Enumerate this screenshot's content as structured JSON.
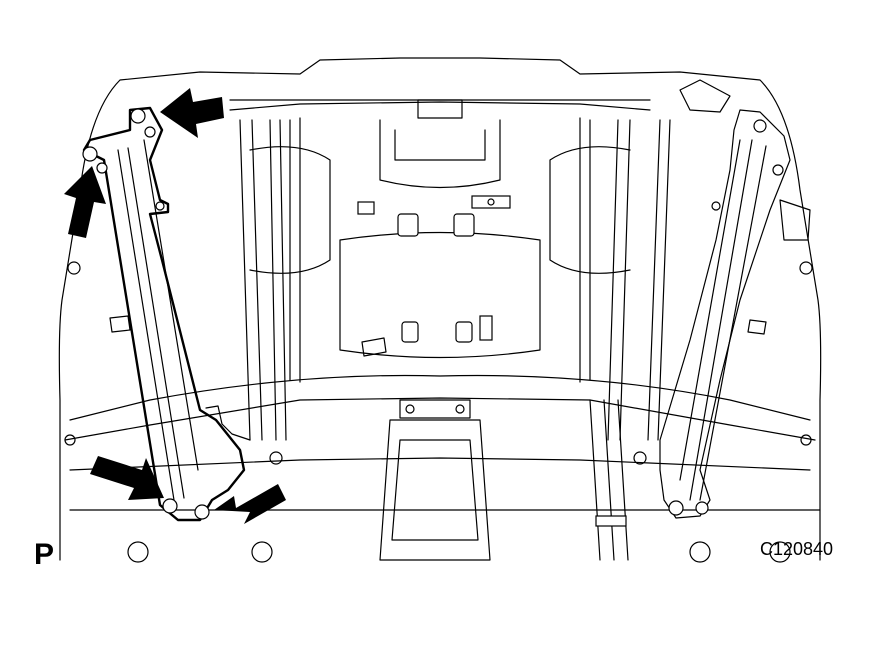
{
  "figure": {
    "view_label": "P",
    "figure_code": "C120840"
  },
  "callouts": {
    "arrow_count": 4,
    "arrow_color": "#000000",
    "line_color": "#000000",
    "background": "#ffffff"
  }
}
